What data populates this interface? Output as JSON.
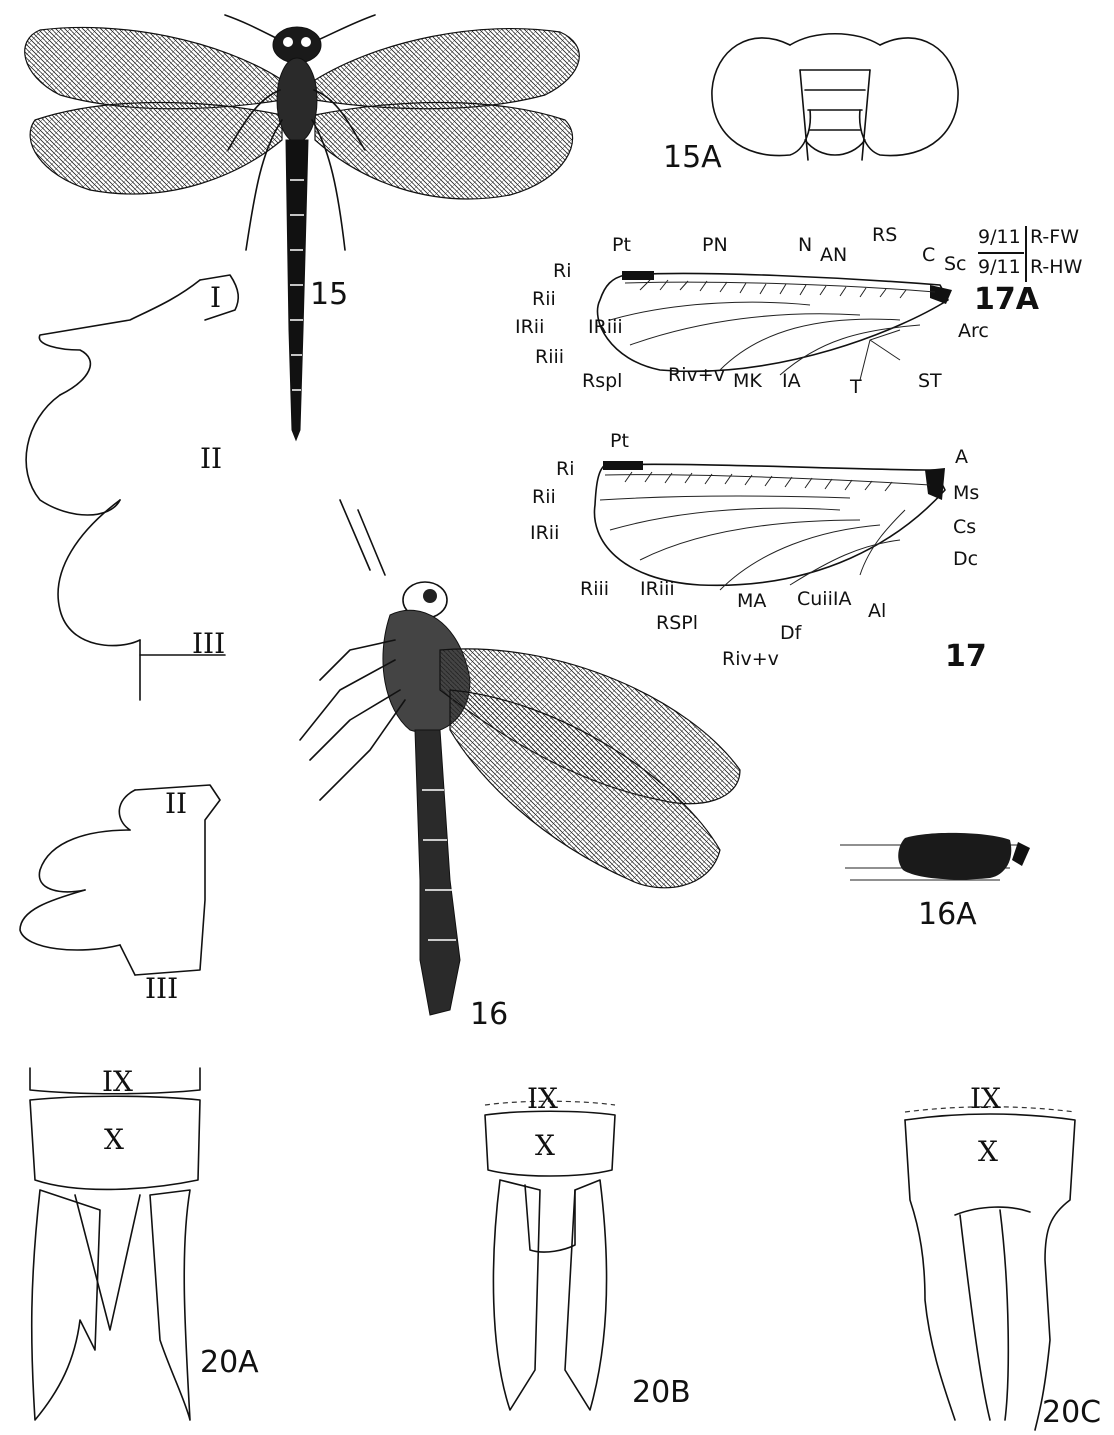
{
  "figures": {
    "f15": "15",
    "f15a": "15A",
    "f16": "16",
    "f16a": "16A",
    "f17": "17",
    "f17a": "17A",
    "f20a": "20A",
    "f20b": "20B",
    "f20c": "20C"
  },
  "roman": {
    "i": "I",
    "ii_a": "II",
    "iii_a": "III",
    "ii_b": "II",
    "iii_b": "III",
    "ix_a": "IX",
    "x_a": "X",
    "ix_b": "IX",
    "x_b": "X",
    "ix_c": "IX",
    "x_c": "X"
  },
  "venation_17a": {
    "pt": "Pt",
    "pn": "PN",
    "n": "N",
    "an": "AN",
    "rs": "RS",
    "c": "C",
    "sc": "Sc",
    "ri": "Ri",
    "rii": "Rii",
    "irii": "IRii",
    "iriii": "IRiii",
    "riii": "Riii",
    "rspl": "Rspl",
    "rivv": "Riv+v",
    "mk": "MK",
    "ia": "IA",
    "t": "T",
    "st": "ST",
    "arc": "Arc"
  },
  "formula": {
    "fw_count": "9/11",
    "fw_label": "R-FW",
    "hw_count": "9/11",
    "hw_label": "R-HW"
  },
  "venation_17": {
    "pt": "Pt",
    "a": "A",
    "ms": "Ms",
    "cs": "Cs",
    "dc": "Dc",
    "ri": "Ri",
    "rii": "Rii",
    "irii": "IRii",
    "riii": "Riii",
    "iriii": "IRiii",
    "rspl": "RSPl",
    "ma": "MA",
    "cuiiia": "CuiiIA",
    "al": "Al",
    "df": "Df",
    "rivv": "Riv+v"
  }
}
